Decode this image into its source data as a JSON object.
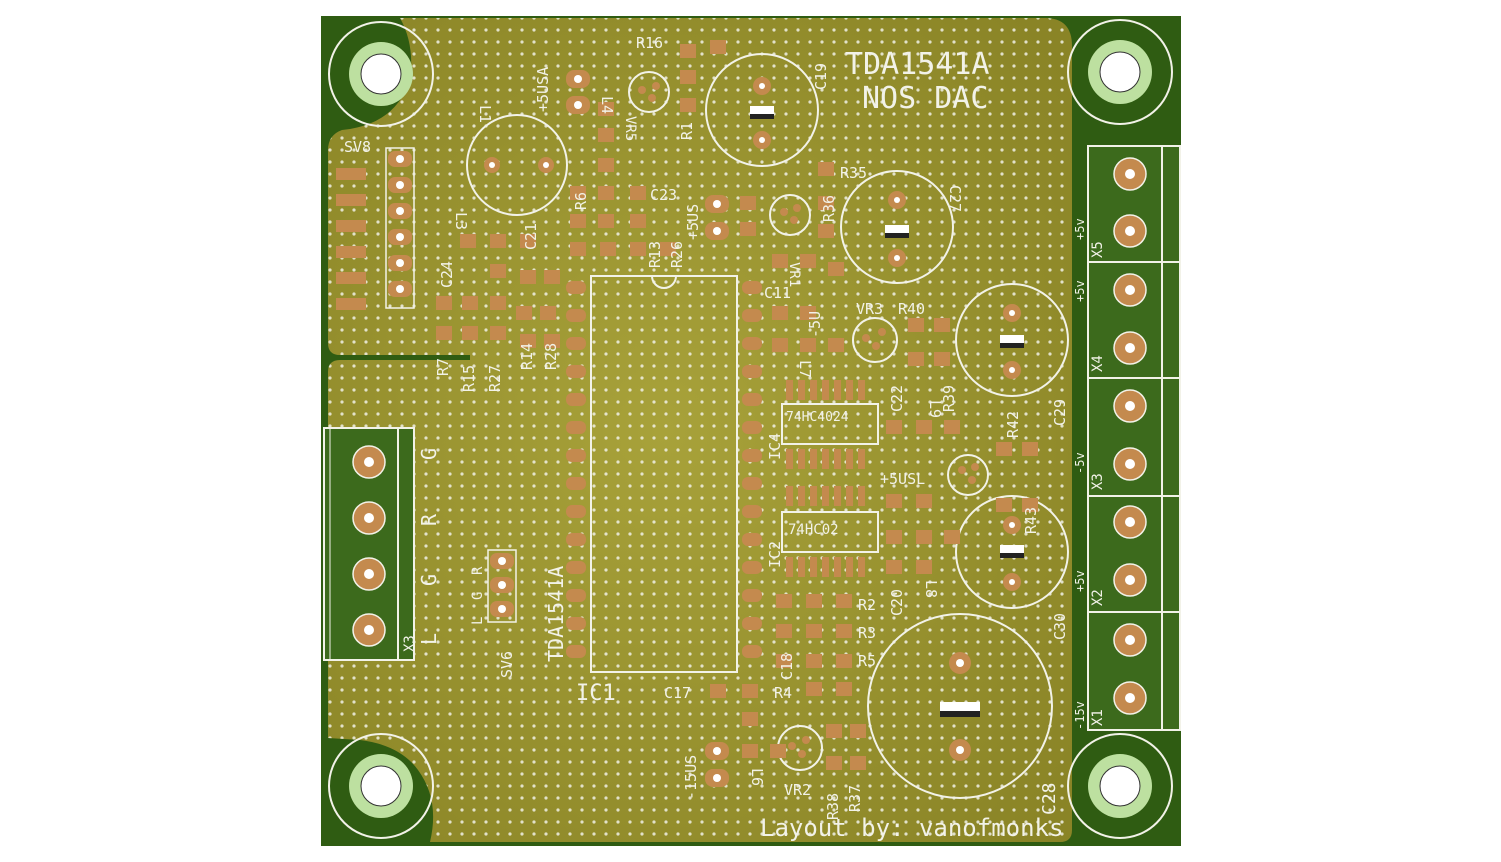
{
  "board": {
    "title_line1": "TDA1541A",
    "title_line2": "NOS DAC",
    "credit": "Layout by: vanofmonks",
    "colors": {
      "board_green": "#2f5c12",
      "copper_pour": "#9b9530",
      "pad_copper": "#c48a4e",
      "silkscreen": "#f2f2e8"
    }
  },
  "components": {
    "ic1_ref": "IC1",
    "ic1_value": "TDA1541A",
    "ic2_ref": "IC2",
    "ic2_value": "74HC02",
    "ic4_ref": "IC4",
    "ic4_value": "74HC4024",
    "caps": [
      "C19",
      "C21",
      "C22",
      "C23",
      "C24",
      "C27",
      "C28",
      "C29",
      "C30",
      "C11",
      "C17",
      "C18",
      "C20"
    ],
    "resistors": [
      "R1",
      "R2",
      "R3",
      "R4",
      "R5",
      "R6",
      "R7",
      "R13",
      "R14",
      "R15",
      "R16",
      "R26",
      "R27",
      "R28",
      "R35",
      "R36",
      "R37",
      "R38",
      "R39",
      "R40",
      "R42",
      "R43"
    ],
    "inductors": [
      "L1",
      "L3",
      "L4",
      "L6",
      "L7",
      "L8",
      "L9"
    ],
    "regulators": [
      "VR1",
      "VR2",
      "VR3",
      "VR5"
    ],
    "misc_labels": [
      "+5USA",
      "-5U",
      "+5USL",
      "-15US",
      "+5US",
      "SV8",
      "SV6"
    ]
  },
  "connectors": {
    "x1_ref": "X1",
    "x1_label": "-15v",
    "x2_ref": "X2",
    "x2_label": "+5v",
    "x3_ref": "X3",
    "x3_label": "-5v",
    "x4_ref": "X4",
    "x4_label": "+5v",
    "x5_ref": "X5",
    "x5_label": "+5v",
    "rca_ref": "X3",
    "rca_pins": [
      "G",
      "R",
      "G",
      "L"
    ],
    "sv6_pins": [
      "L",
      "G",
      "R"
    ]
  }
}
